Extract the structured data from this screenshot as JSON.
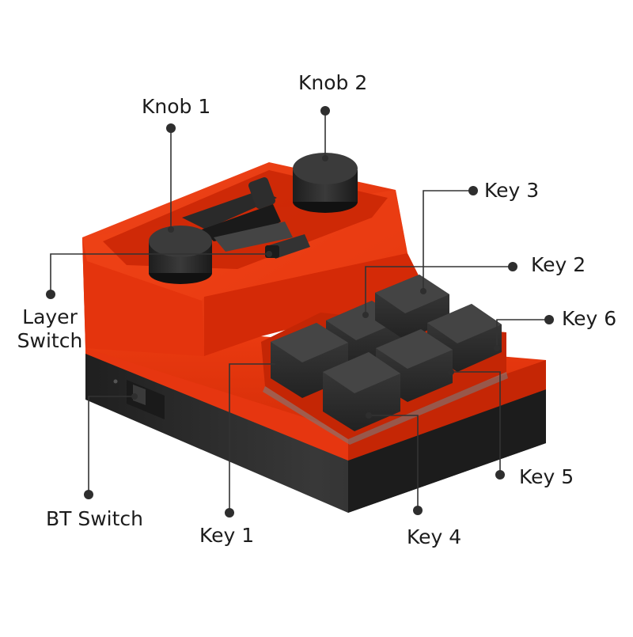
{
  "colors": {
    "body": "#e8320c",
    "body_dark": "#b42206",
    "body_light": "#f25a2f",
    "base": "#2b2b2b",
    "keycap": "#2f2f2f"
  },
  "labels": {
    "knob1": "Knob 1",
    "knob2": "Knob 2",
    "key3": "Key 3",
    "key2": "Key 2",
    "key6": "Key 6",
    "layer_switch_line1": "Layer",
    "layer_switch_line2": "Switch",
    "key5": "Key 5",
    "bt_switch": "BT Switch",
    "key1": "Key 1",
    "key4": "Key 4"
  }
}
